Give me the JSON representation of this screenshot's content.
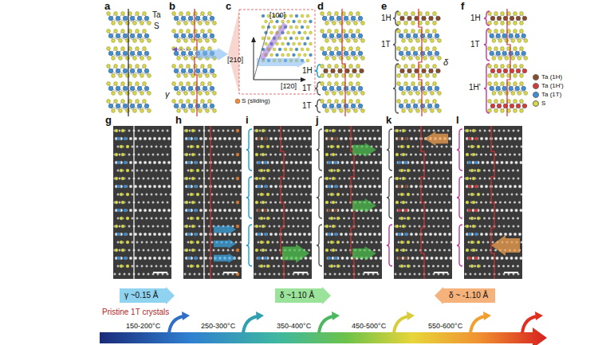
{
  "diagram": {
    "nodes": [
      {
        "text": [
          "γ ~0.15 Å"
        ]
      },
      {
        "text": [
          "δ ~1.10 Å"
        ]
      },
      {
        "text": [
          "δ ~ -1.10 Å"
        ]
      }
    ],
    "labels": [
      "a",
      "Ta",
      "S",
      "b",
      "γ",
      "c",
      "[100]",
      "[210]",
      "[1̄20]",
      "d",
      "1H",
      "1T",
      "1T",
      "e",
      "1H",
      "1T",
      "δ",
      "f",
      "1H",
      "1T",
      "1H'",
      "g",
      "h",
      "i",
      "j",
      "k",
      "l",
      "Pristine 1T crystals",
      "150-200°C",
      "250-300°C",
      "350-400°C",
      "450-500°C",
      "550-600°C"
    ],
    "legend": [
      {
        "text": "S (sliding)",
        "color": "#f08a3a"
      },
      {
        "text": "Ta (1H)",
        "color": "#8a4b2a"
      },
      {
        "text": "Ta (1H')",
        "color": "#d63a3a"
      },
      {
        "text": "Ta (1T)",
        "color": "#3d8fd6"
      },
      {
        "text": "S",
        "color": "#d8d84a"
      }
    ]
  }
}
